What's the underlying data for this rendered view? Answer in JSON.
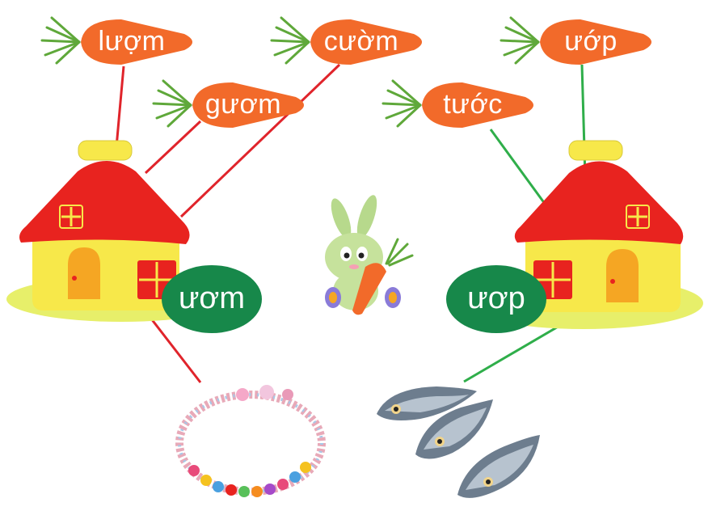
{
  "colors": {
    "carrot": "#f26a2a",
    "carrot_leaf": "#5fa83a",
    "roof": "#e8231f",
    "house_wall": "#f7e84a",
    "door": "#f5a623",
    "window": "#e8231f",
    "bubble": "#17884a",
    "line_red": "#e0242b",
    "line_green": "#2fae4a",
    "lawn": "#e7ef6a"
  },
  "carrots": [
    {
      "id": "luom",
      "label": "lượm",
      "target": "uom"
    },
    {
      "id": "guom",
      "label": "gươm",
      "target": "uom"
    },
    {
      "id": "cuom",
      "label": "cườm",
      "target": "uom"
    },
    {
      "id": "tuop",
      "label": "tước",
      "target": "uop"
    },
    {
      "id": "uop",
      "label": "ướp",
      "target": "uop"
    }
  ],
  "houses": {
    "left": {
      "label": "ươm"
    },
    "right": {
      "label": "ươp"
    }
  },
  "pictures": [
    {
      "icon": "necklace-icon",
      "house": "uom"
    },
    {
      "icon": "fish-icon",
      "house": "uop"
    }
  ],
  "mascot": {
    "icon": "rabbit-holding-carrot-icon"
  }
}
